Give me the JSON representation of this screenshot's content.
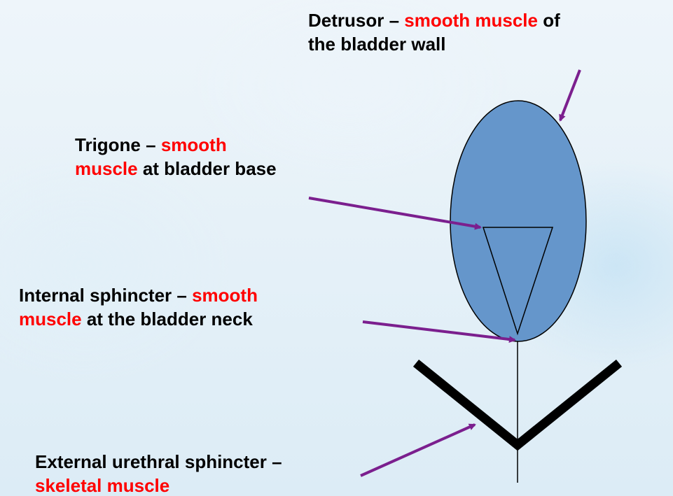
{
  "colors": {
    "bladder_fill": "#6596cb",
    "arrow": "#7b1f8e",
    "highlight": "#ff0000",
    "text": "#000000"
  },
  "labels": {
    "detrusor": {
      "line1_prefix": "Detrusor – ",
      "line1_highlight": "smooth muscle",
      "line1_suffix": " of",
      "line2": "the bladder wall"
    },
    "trigone": {
      "line1_prefix": "Trigone – ",
      "line1_highlight": "smooth",
      "line2_highlight": "muscle",
      "line2_suffix": " at bladder base"
    },
    "internal_sphincter": {
      "line1_prefix": "Internal sphincter – ",
      "line1_highlight": "smooth",
      "line2_highlight": "muscle",
      "line2_suffix": " at the bladder neck"
    },
    "external_sphincter": {
      "line1": "External urethral sphincter –",
      "line2_highlight": "skeletal muscle"
    }
  }
}
